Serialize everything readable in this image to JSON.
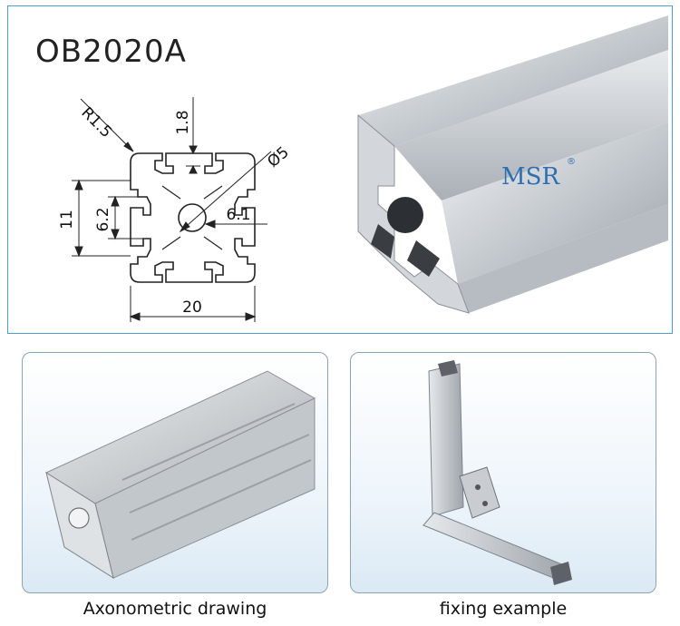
{
  "header": {
    "model": "OB2020A"
  },
  "dimensions": {
    "radius": "R1.5",
    "slot_depth": "1.8",
    "hole_diameter": "Ø5",
    "outer_height": "11",
    "inner_height": "6.2",
    "slot_width": "6.1",
    "width": "20"
  },
  "brand": {
    "logo_text": "MSR",
    "mark": "®"
  },
  "captions": {
    "axonometric": "Axonometric drawing",
    "fixing": "fixing example"
  },
  "colors": {
    "frame_border": "#4a9fd6",
    "logo_blue": "#2f6fb0",
    "aluminum": "#c9ced3"
  }
}
